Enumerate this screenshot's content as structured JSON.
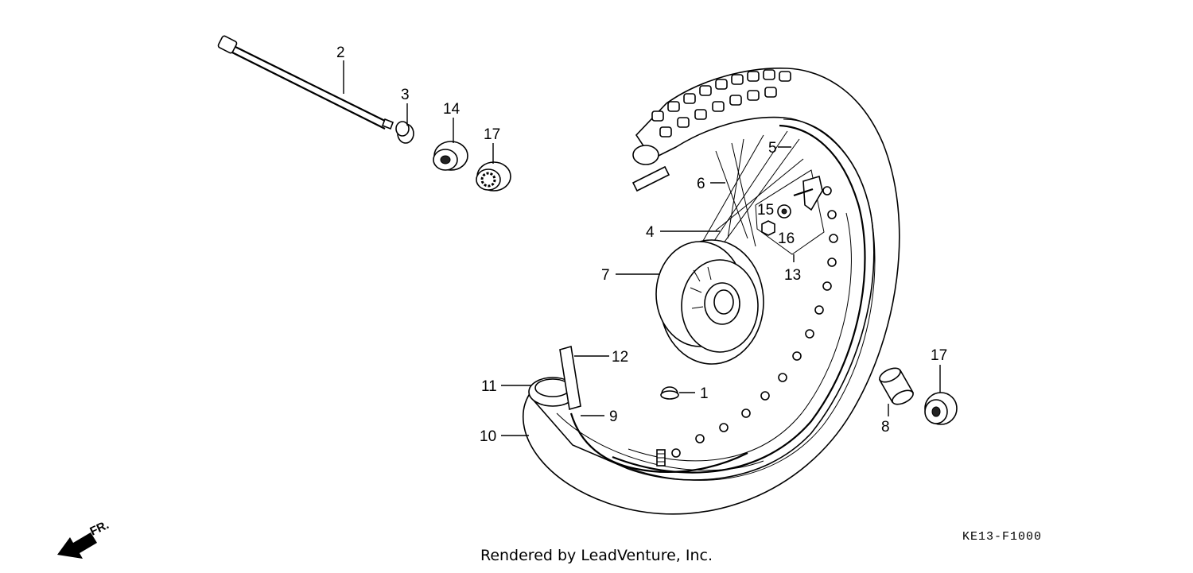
{
  "callouts": {
    "c1": "1",
    "c2": "2",
    "c3": "3",
    "c4": "4",
    "c5": "5",
    "c6": "6",
    "c7": "7",
    "c8": "8",
    "c9": "9",
    "c10": "10",
    "c11": "11",
    "c12": "12",
    "c13": "13",
    "c14": "14",
    "c15": "15",
    "c16": "16",
    "c17a": "17",
    "c17b": "17"
  },
  "direction_label": "FR.",
  "diagram_code": "KE13-F1000",
  "credit": "Rendered by LeadVenture, Inc."
}
